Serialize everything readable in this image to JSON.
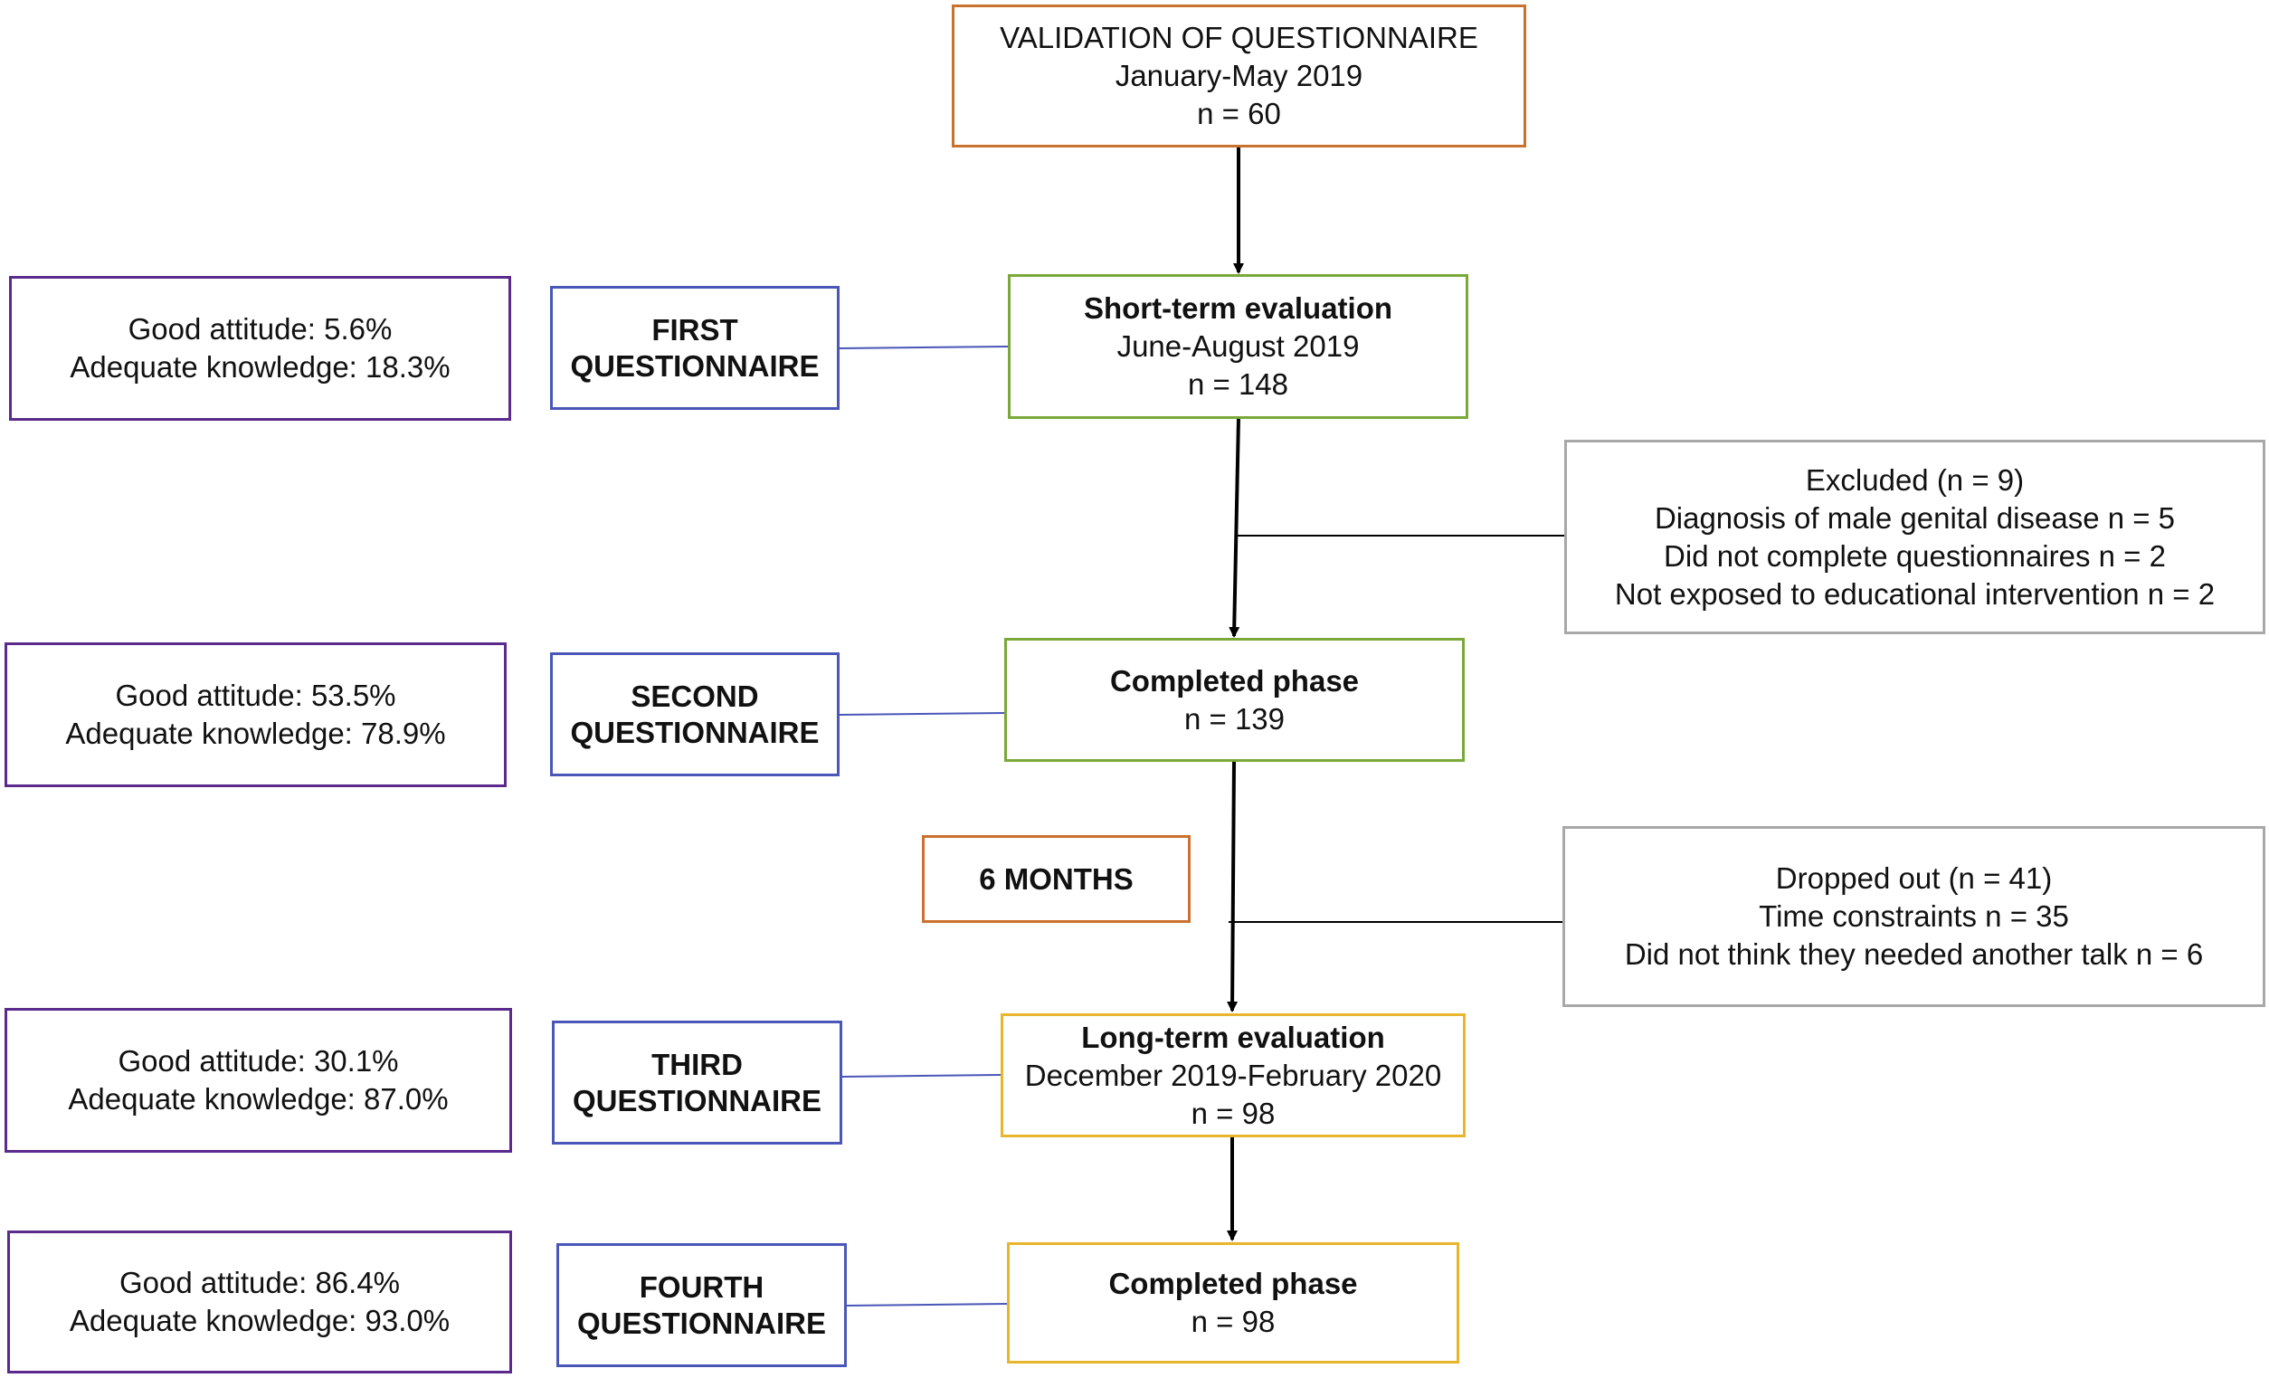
{
  "nodes": {
    "validation": {
      "line1": "VALIDATION OF QUESTIONNAIRE",
      "line2": "January-May 2019",
      "line3": "n = 60"
    },
    "short_term": {
      "title": "Short-term evaluation",
      "line2": "June-August 2019",
      "line3": "n = 148"
    },
    "excluded": {
      "line1": "Excluded (n = 9)",
      "line2": "Diagnosis of male genital disease n = 5",
      "line3": "Did not complete questionnaires n = 2",
      "line4": "Not exposed to educational intervention n = 2"
    },
    "completed_1": {
      "title": "Completed phase",
      "line2": "n = 139"
    },
    "six_months": {
      "label": "6 MONTHS"
    },
    "dropped": {
      "line1": "Dropped out (n = 41)",
      "line2": "Time constraints n = 35",
      "line3": "Did not think they needed another talk n = 6"
    },
    "long_term": {
      "title": "Long-term evaluation",
      "line2": "December 2019-February 2020",
      "line3": "n = 98"
    },
    "completed_2": {
      "title": "Completed phase",
      "line2": "n = 98"
    }
  },
  "questionnaires": [
    {
      "line1": "FIRST",
      "line2": "QUESTIONNAIRE"
    },
    {
      "line1": "SECOND",
      "line2": "QUESTIONNAIRE"
    },
    {
      "line1": "THIRD",
      "line2": "QUESTIONNAIRE"
    },
    {
      "line1": "FOURTH",
      "line2": "QUESTIONNAIRE"
    }
  ],
  "results": [
    {
      "attitude": "Good attitude: 5.6%",
      "knowledge": "Adequate knowledge: 18.3%"
    },
    {
      "attitude": "Good attitude: 53.5%",
      "knowledge": "Adequate knowledge: 78.9%"
    },
    {
      "attitude": "Good attitude: 30.1%",
      "knowledge": "Adequate knowledge: 87.0%"
    },
    {
      "attitude": "Good attitude: 86.4%",
      "knowledge": "Adequate knowledge: 93.0%"
    }
  ],
  "colors": {
    "validation_border": "#c9712e",
    "short_term_border": "#7aa83a",
    "long_term_border": "#e8b52c",
    "exclusion_border": "#a8a8a8",
    "questionnaire_border": "#4a56b8",
    "result_border": "#5b2a8c"
  }
}
